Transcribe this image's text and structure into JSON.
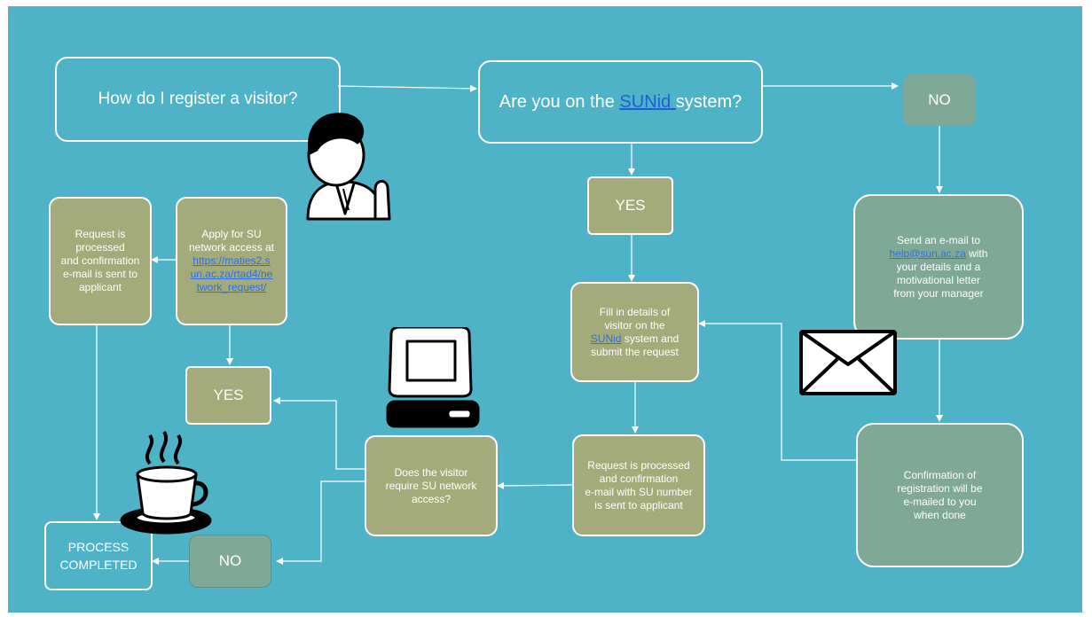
{
  "start_question": "How do I register a visitor?",
  "sunid_question": {
    "pre": "Are you on the ",
    "link": "SUNid ",
    "post": "system?"
  },
  "no_top": "NO",
  "yes_mid": "YES",
  "send_email": {
    "l1": "Send an e-mail to",
    "email": "help@sun.ac.za",
    "l2": " with",
    "l3": "your details and a",
    "l4": "motivational letter",
    "l5": "from your manager"
  },
  "fill_details": {
    "l1": "Fill in details of",
    "l2": "visitor on the",
    "link": "SUNid",
    "l3": " system and",
    "l4": "submit the request"
  },
  "confirmation_registration": {
    "l1": "Confirmation of",
    "l2": "registration will be",
    "l3": "e-mailed to you",
    "l4": "when done"
  },
  "request_processed_su": {
    "l1": "Request is processed",
    "l2": "and confirmation",
    "l3": "e-mail with SU number",
    "l4": "is sent to applicant"
  },
  "visitor_network_q": {
    "l1": "Does the visitor",
    "l2": "require SU network",
    "l3": "access?"
  },
  "yes_left": "YES",
  "no_bottom": "NO",
  "apply_network": {
    "l1": "Apply for SU",
    "l2": "network access at",
    "link1": "https://maties2.s",
    "link2": "un.ac.za/rtad4/ne",
    "link3": "twork_request/"
  },
  "request_processed_left": {
    "l1": "Request is",
    "l2": "processed",
    "l3": "and confirmation",
    "l4": "e-mail is sent to",
    "l5": "applicant"
  },
  "process_completed": {
    "l1": "PROCESS",
    "l2": "COMPLETED"
  },
  "icons": [
    "person-icon",
    "computer-icon",
    "envelope-icon",
    "coffee-cup-icon"
  ],
  "colors": {
    "background": "#4fb3c8",
    "olive_box": "#a3ab7a",
    "sage_box": "#7fa996",
    "link": "#1f5fd6"
  }
}
